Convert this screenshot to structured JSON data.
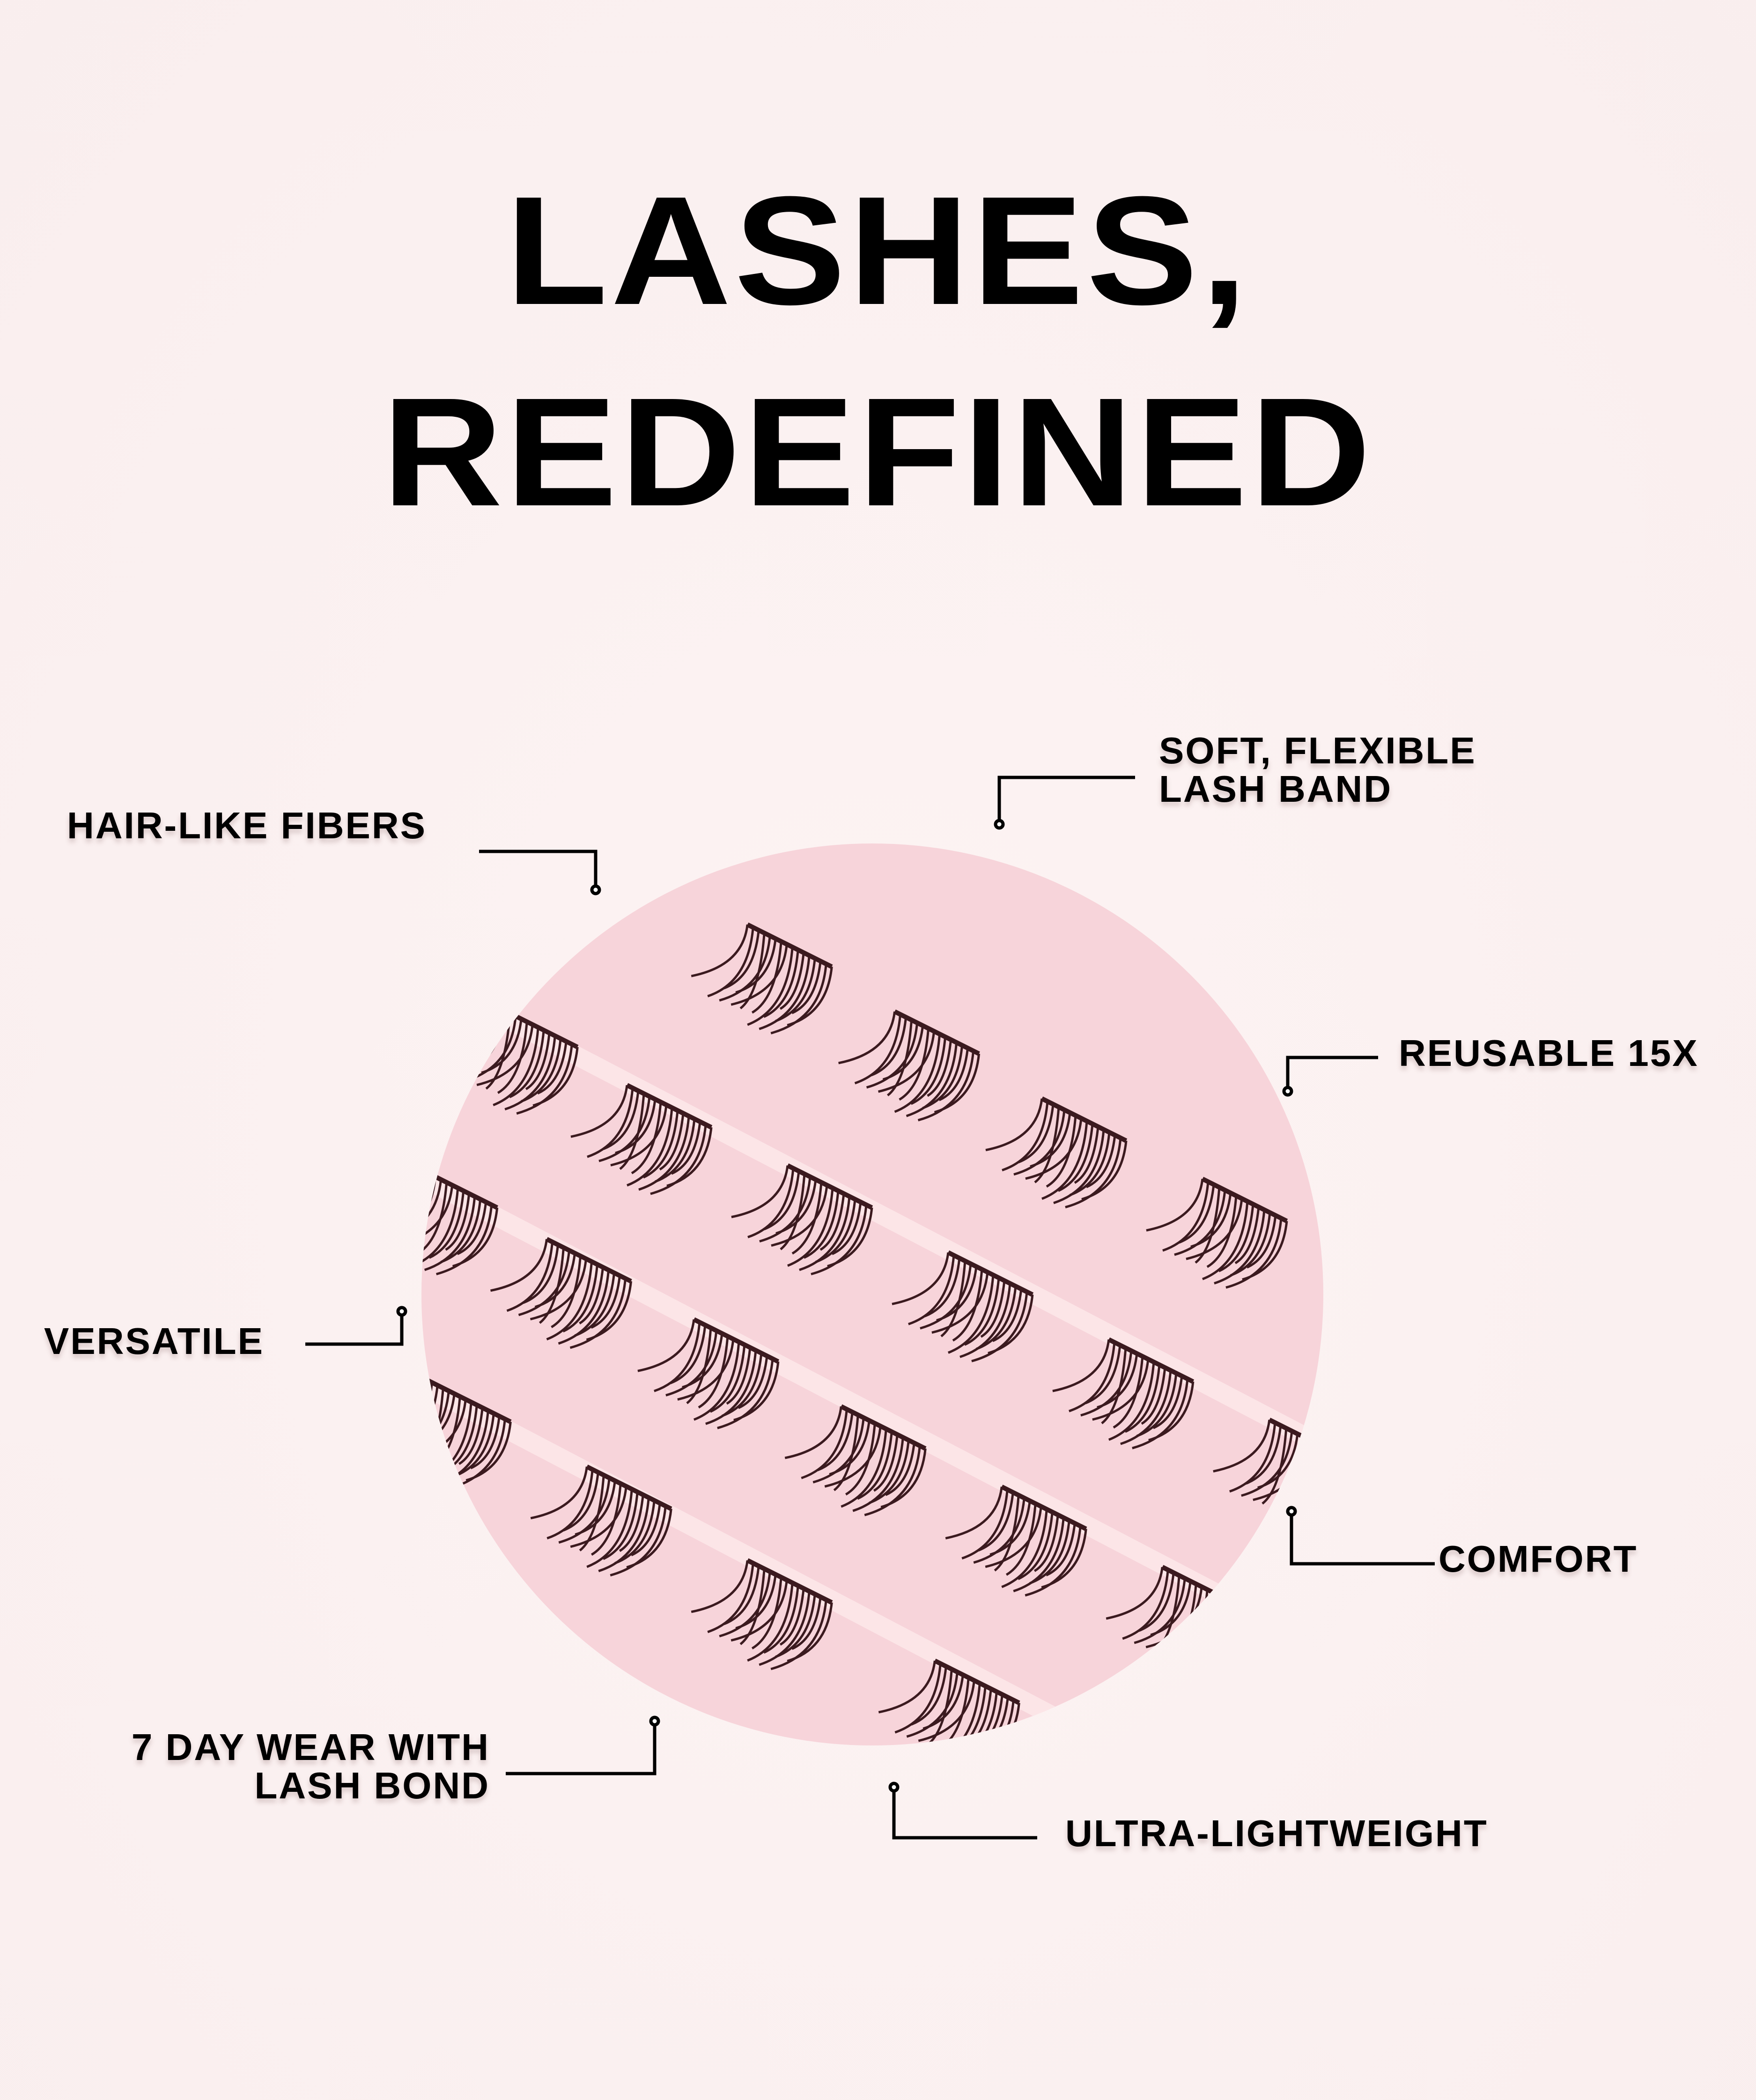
{
  "title": {
    "line1": "LASHES,",
    "line2": "REDEFINED"
  },
  "features": {
    "hair_like": "HAIR-LIKE FIBERS",
    "soft_band": [
      "SOFT, FLEXIBLE",
      "LASH BAND"
    ],
    "reusable": "REUSABLE 15X",
    "versatile": "VERSATILE",
    "comfort": "COMFORT",
    "wear": [
      "7 DAY WEAR WITH",
      "LASH BOND"
    ],
    "lightweight": "ULTRA-LIGHTWEIGHT"
  },
  "colors": {
    "circle": "#f7d4da",
    "lash": "#3b1a1f",
    "background": "#fbf1f1"
  }
}
